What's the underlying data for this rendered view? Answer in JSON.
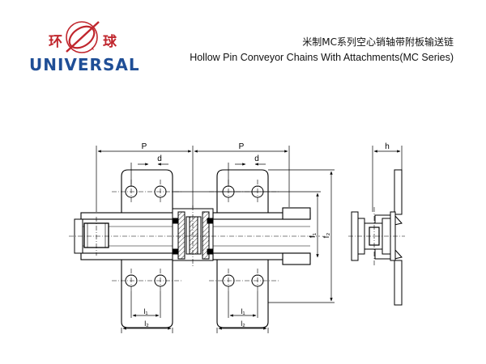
{
  "logo": {
    "cn_left": "环",
    "cn_right": "球",
    "en": "UNIVERSAL",
    "colors": {
      "red": "#c0262d",
      "blue": "#1f4e96"
    }
  },
  "title": {
    "cn": "米制MC系列空心销轴带附板输送链",
    "en": "Hollow Pin Conveyor Chains With Attachments(MC Series)"
  },
  "labels": {
    "pitch": "P",
    "hole_diameter": "d",
    "height": "h",
    "f1": "f₁",
    "f2": "f₂",
    "l1": "l₁",
    "l2": "l₂"
  }
}
